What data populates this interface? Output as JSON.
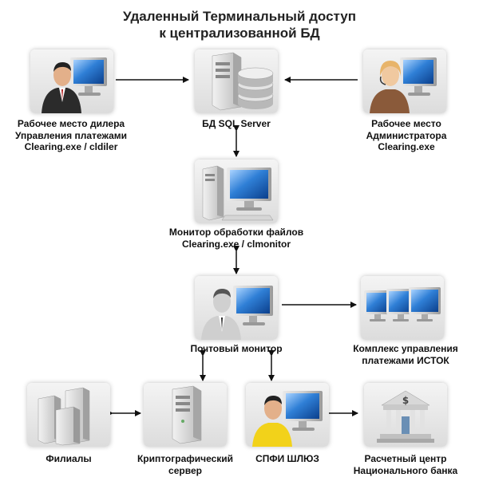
{
  "title": {
    "line1": "Удаленный Терминальный доступ",
    "line2": "к централизованной БД"
  },
  "nodes": {
    "dealer": {
      "line1": "Рабочее место дилера",
      "line2": "Управления платежами",
      "line3": "Clearing.exe / cldiler"
    },
    "sql_server": {
      "line1": "БД SQL Server"
    },
    "admin": {
      "line1": "Рабочее место",
      "line2": "Администратора",
      "line3": "Clearing.exe"
    },
    "monitor": {
      "line1": "Монитор обработки файлов",
      "line2": "Clearing.exe / clmonitor"
    },
    "mail_monitor": {
      "line1": "Почтовый монитор"
    },
    "istok": {
      "line1": "Комплекс управления",
      "line2": "платежами ИСТОК"
    },
    "branches": {
      "line1": "Филиалы"
    },
    "crypto": {
      "line1": "Криптографический",
      "line2": "сервер"
    },
    "spfi": {
      "line1": "СПФИ ШЛЮЗ"
    },
    "center": {
      "line1": "Расчетный центр",
      "line2": "Национального банка"
    }
  },
  "colors": {
    "screen": "#2f7fd6",
    "arrow": "#111111",
    "headset_user": "#e8b46a",
    "yellow_shirt": "#f2d21a"
  }
}
